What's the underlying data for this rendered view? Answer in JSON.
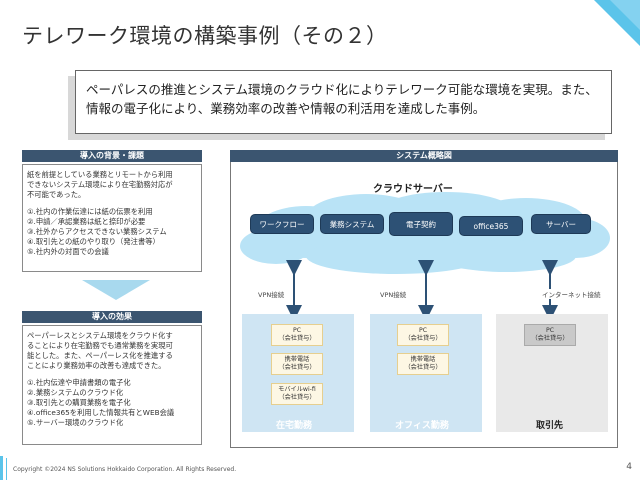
{
  "title": "テレワーク環境の構築事例（その２）",
  "summary": [
    "ペーパレスの推進とシステム環境のクラウド化によりテレワーク可能な環境を実現。また、",
    "情報の電子化により、業務効率の改善や情報の利活用を達成した事例。"
  ],
  "background": {
    "header": "導入の背景・課題",
    "paragraph": [
      "紙を前提としている業務とリモートから利用",
      "できないシステム環境により在宅勤務対応が",
      "不可能であった。"
    ],
    "items": [
      "①.社内の作業伝達には紙の伝票を利用",
      "②.申請／承認業務は紙と捺印が必要",
      "③.社外からアクセスできない業務システム",
      "④.取引先との紙のやり取り（発注書等）",
      "⑤.社内外の対面での会議"
    ]
  },
  "effects": {
    "header": "導入の効果",
    "paragraph": [
      "ペーパーレスとシステム環境をクラウド化す",
      "ることにより在宅勤務でも通常業務を実現可",
      "能とした。また、ペーパーレス化を推進する",
      "ことにより業務効率の改善も達成できた。"
    ],
    "items": [
      "①.社内伝達や申請書類の電子化",
      "②.業務システムのクラウド化",
      "③.取引先との購買業務を電子化",
      "④.office365を利用した情報共有とWEB会議",
      "⑤.サーバー環境のクラウド化"
    ]
  },
  "system": {
    "header": "システム概略図",
    "cloud_title": "クラウドサーバー",
    "services": [
      "ワークフロー",
      "業務システム",
      "電子契約",
      "office365",
      "サーバー"
    ],
    "connections": [
      "VPN接続",
      "VPN接続",
      "インターネット接続"
    ],
    "zones": [
      {
        "label": "在宅勤務",
        "devices": [
          [
            "PC",
            "（会社貸与）"
          ],
          [
            "携帯電話",
            "（会社貸与）"
          ],
          [
            "モバイルwi-fi",
            "（会社貸与）"
          ]
        ]
      },
      {
        "label": "オフィス勤務",
        "devices": [
          [
            "PC",
            "（会社貸与）"
          ],
          [
            "携帯電話",
            "（会社貸与）"
          ]
        ]
      },
      {
        "label": "取引先",
        "devices": [
          [
            "PC",
            "（会社貸与）"
          ]
        ]
      }
    ]
  },
  "footer": {
    "copyright": "Copyright ©2024 NS Solutions Hokkaido Corporation. All Rights Reserved.",
    "page": "4"
  },
  "colors": {
    "header_bg": "#3b5570",
    "pill_bg": "#2d5175",
    "cloud": "#b9e3f6",
    "accent": "#5bc4ea",
    "zone_blue": "#cfe5f3",
    "zone_gray": "#e9e9e9",
    "arrow": "#2d5175"
  }
}
